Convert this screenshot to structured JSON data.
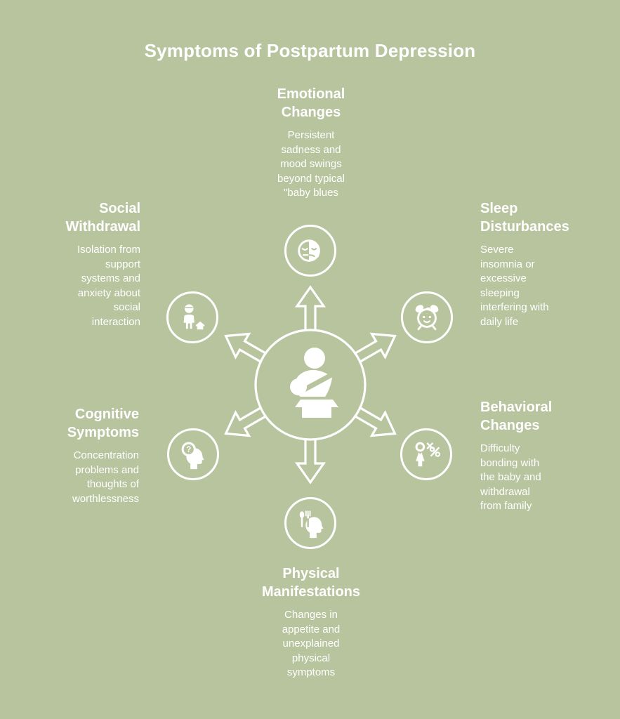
{
  "page": {
    "title": "Symptoms of Postpartum Depression",
    "colors": {
      "background": "#b8c49e",
      "foreground": "#ffffff"
    }
  },
  "hub": {
    "icon": "mother-holding-baby-icon",
    "spokes": 6
  },
  "nodes": [
    {
      "id": "emotional",
      "position": "top",
      "title": "Emotional\nChanges",
      "description": "Persistent\nsadness and\nmood swings\nbeyond typical\n\"baby blues",
      "icon": "mood-faces-icon"
    },
    {
      "id": "social",
      "position": "top-left",
      "title": "Social\nWithdrawal",
      "description": "Isolation from\nsupport\nsystems and\nanxiety about\nsocial\ninteraction",
      "icon": "person-home-icon"
    },
    {
      "id": "sleep",
      "position": "top-right",
      "title": "Sleep\nDisturbances",
      "description": "Severe\ninsomnia or\nexcessive\nsleeping\ninterfering with\ndaily life",
      "icon": "alarm-clock-icon"
    },
    {
      "id": "cognitive",
      "position": "bottom-left",
      "title": "Cognitive\nSymptoms",
      "description": "Concentration\nproblems and\nthoughts of\nworthlessness",
      "icon": "head-magnifier-icon"
    },
    {
      "id": "behavioral",
      "position": "bottom-right",
      "title": "Behavioral\nChanges",
      "description": "Difficulty\nbonding with\nthe baby and\nwithdrawal\nfrom family",
      "icon": "person-symbols-icon"
    },
    {
      "id": "physical",
      "position": "bottom",
      "title": "Physical\nManifestations",
      "description": "Changes in\nappetite and\nunexplained\nphysical\nsymptoms",
      "icon": "head-utensils-icon"
    }
  ]
}
